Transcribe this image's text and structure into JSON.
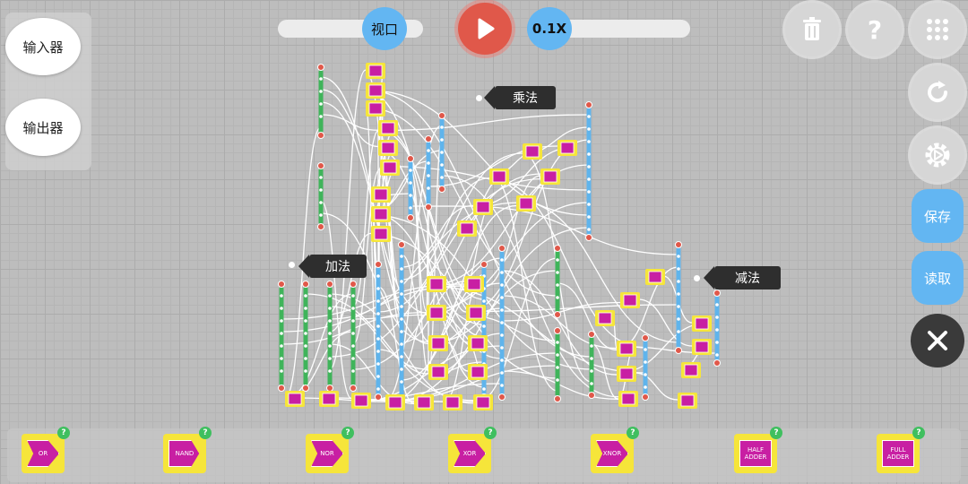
{
  "left_panel": {
    "input_button": "输入器",
    "output_button": "输出器"
  },
  "top_bar": {
    "viewport_label": "视口",
    "speed_label": "0.1X"
  },
  "right_toolbar": {
    "save_label": "保存",
    "load_label": "读取",
    "icons": [
      "trash-icon",
      "help-icon",
      "grid-menu-icon",
      "refresh-icon",
      "settings-icon",
      "close-icon"
    ]
  },
  "sections": {
    "multiply": "乘法",
    "add": "加法",
    "subtract": "减法"
  },
  "palette": [
    {
      "label": "OR",
      "shape": "or"
    },
    {
      "label": "NAND",
      "shape": "nand"
    },
    {
      "label": "NOR",
      "shape": "or"
    },
    {
      "label": "XOR",
      "shape": "or"
    },
    {
      "label": "XNOR",
      "shape": "or"
    },
    {
      "label": "HALF ADDER",
      "shape": "box"
    },
    {
      "label": "FULL ADDER",
      "shape": "box"
    }
  ],
  "palette_help": "?",
  "colors": {
    "input_bar": "#3fb45a",
    "output_bar": "#5fb4ec",
    "gate_body": "#f6e53a",
    "gate_core": "#c81fa3",
    "pin": "#e0584a",
    "accent_blue": "#63b6f2",
    "play_red": "#e0584a"
  }
}
